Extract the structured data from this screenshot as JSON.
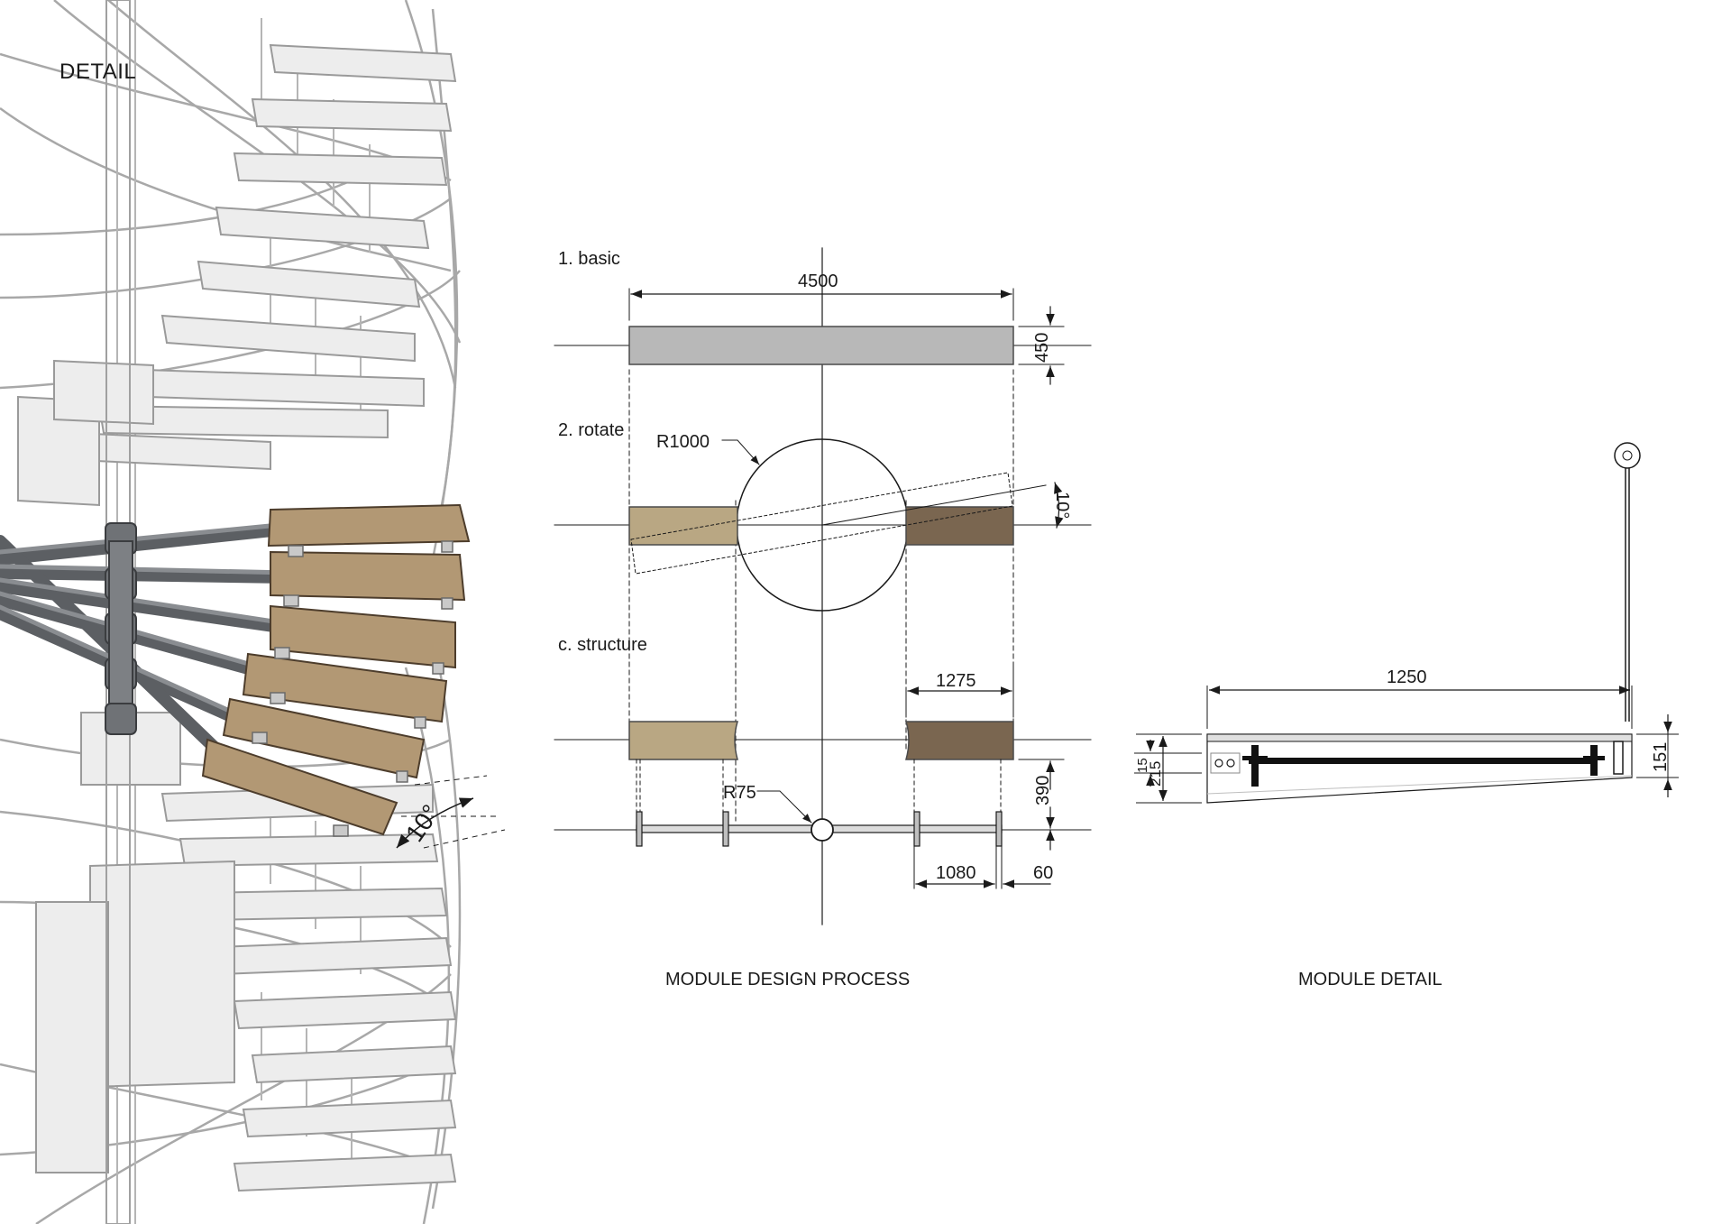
{
  "detail": {
    "title": "DETAIL",
    "angle_label": "10°"
  },
  "process": {
    "caption": "MODULE DESIGN PROCESS",
    "steps": [
      {
        "label": "1. basic"
      },
      {
        "label": "2. rotate"
      },
      {
        "label": "c. structure"
      }
    ],
    "dims": {
      "width": "4500",
      "depth": "450",
      "radius": "R1000",
      "rotation": "10°",
      "structure_width": "1275",
      "column_radius": "R75",
      "beam_depth": "390",
      "span": "1080",
      "gap": "60"
    }
  },
  "module_detail": {
    "caption": "MODULE DETAIL",
    "dims": {
      "length": "1250",
      "thickness_outer": "215",
      "thickness_inner": "15",
      "height": "151"
    }
  },
  "colors": {
    "tread_light": "#b9a783",
    "tread_dark": "#7a6650",
    "wood": "#b29874",
    "basic_gray": "#b8b8b8",
    "steel": "#6f7276"
  }
}
